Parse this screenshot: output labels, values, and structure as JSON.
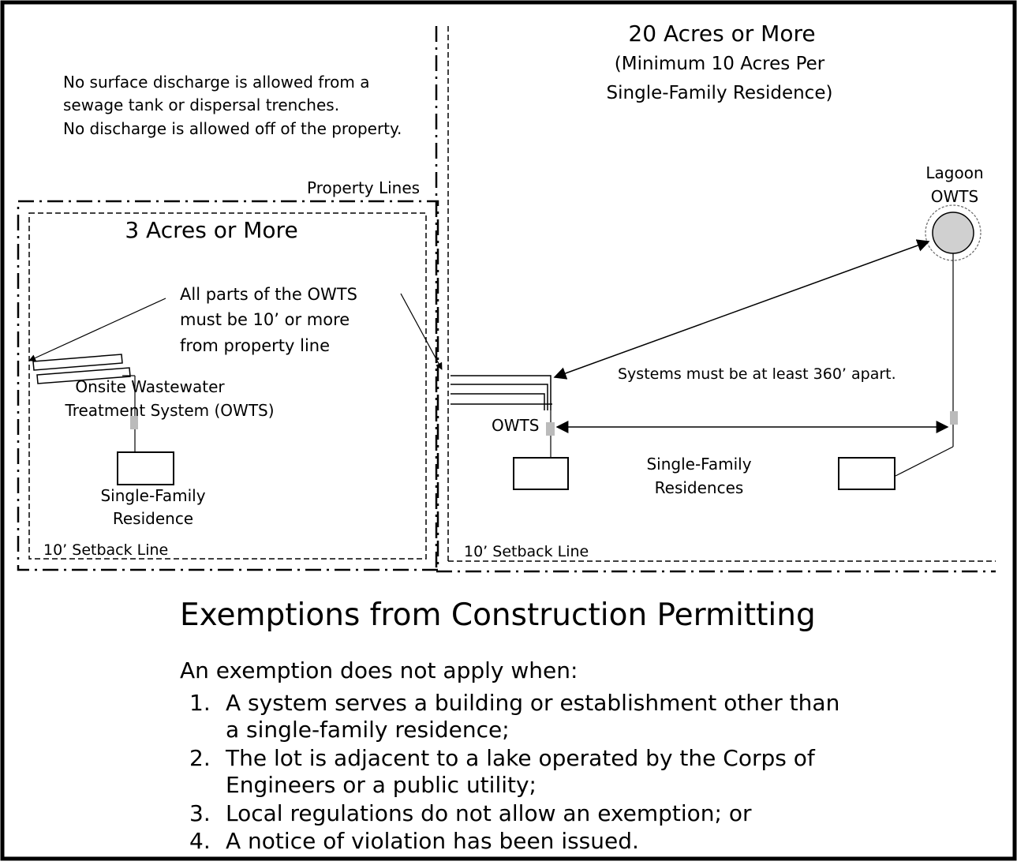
{
  "diagram": {
    "left_lot": {
      "title": "3 Acres or More",
      "owts_label_line1": "Onsite Wastewater",
      "owts_label_line2": "Treatment System (OWTS)",
      "residence_line1": "Single-Family",
      "residence_line2": "Residence",
      "setback_label": "10’ Setback Line",
      "callout_line1": "All parts of the OWTS",
      "callout_line2": "must be 10’ or more",
      "callout_line3": "from property line"
    },
    "discharge_note": {
      "line1": "No surface discharge is allowed from a",
      "line2": "sewage tank or dispersal trenches.",
      "line3": "No discharge is allowed off of the property."
    },
    "property_lines_label": "Property Lines",
    "right_lot": {
      "title": "20 Acres or More",
      "subtitle_line1": "(Minimum 10 Acres Per",
      "subtitle_line2": "Single-Family Residence)",
      "lagoon_line1": "Lagoon",
      "lagoon_line2": "OWTS",
      "separation_note": "Systems must be at least 360’ apart.",
      "owts_label": "OWTS",
      "residences_line1": "Single-Family",
      "residences_line2": "Residences",
      "setback_label": "10’ Setback Line"
    }
  },
  "section": {
    "heading": "Exemptions from Construction Permitting",
    "intro": "An exemption does not apply when:",
    "items": [
      {
        "num": "1.",
        "line1": "A system serves a building or establishment other than",
        "line2": "a single-family residence;"
      },
      {
        "num": "2.",
        "line1": "The lot is adjacent to a lake operated by the Corps of",
        "line2": "Engineers or a public utility;"
      },
      {
        "num": "3.",
        "line1": "Local regulations do not allow an exemption; or",
        "line2": ""
      },
      {
        "num": "4.",
        "line1": "A notice of violation has been issued.",
        "line2": ""
      }
    ]
  }
}
